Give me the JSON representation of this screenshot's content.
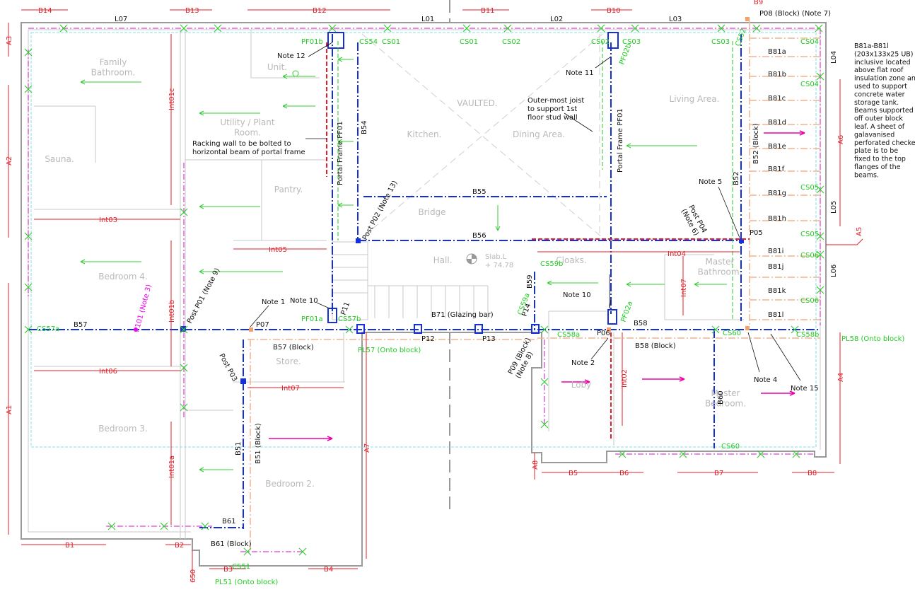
{
  "rooms": {
    "family_bathroom": "Family\nBathroom.",
    "unit": "Unit.",
    "utility": "Utility / Plant\nRoom.",
    "sauna": "Sauna.",
    "pantry": "Pantry.",
    "kitchen": "Kitchen.",
    "vaulted": "VAULTED.",
    "dining": "Dining Area.",
    "living": "Living Area.",
    "bridge": "Bridge",
    "hall": "Hall.",
    "cloaks": "Cloaks.",
    "master_bath": "Master\nBathroom.",
    "bedroom4": "Bedroom 4.",
    "bedroom3": "Bedroom 3.",
    "bedroom2": "Bedroom 2.",
    "store": "Store.",
    "loby": "Loby",
    "master_bed": "Master\nBedroom."
  },
  "slab": {
    "label": "Slab.L",
    "value": "+ 74.78"
  },
  "dims": {
    "B14": "B14",
    "B13": "B13",
    "B12": "B12",
    "B11": "B11",
    "B10": "B10",
    "B9": "B9",
    "A3": "A3",
    "A2": "A2",
    "A1": "A1",
    "A4": "A4",
    "A5": "A5",
    "A6": "A6",
    "A7": "A7",
    "A8": "A8",
    "B1": "B1",
    "B2": "B2",
    "B3": "B3",
    "B4": "B4",
    "B5": "B5",
    "B6": "B6",
    "B7": "B7",
    "B8": "B8",
    "d650": "650",
    "Int01c": "Int01c",
    "Int01b": "Int01b",
    "Int01a": "Int01a",
    "Int02": "Int02",
    "Int03": "Int03",
    "Int04": "Int04",
    "Int05": "Int05",
    "Int06": "Int06",
    "Int07a": "Int07",
    "Int07b": "Int07"
  },
  "beams": {
    "L07": "L07",
    "L01": "L01",
    "L02": "L02",
    "L03": "L03",
    "L04": "L04",
    "L05": "L05",
    "L06": "L06",
    "B54": "B54",
    "B55": "B55",
    "B56": "B56",
    "B57": "B57",
    "B57b": "B57 (Block)",
    "B58": "B58",
    "B58b": "B58 (Block)",
    "B59": "B59",
    "B60": "B60",
    "B61": "B61",
    "B61b": "B61 (Block)",
    "B51": "B51",
    "B51b": "B51 (Block)",
    "B52": "B52",
    "B52b": "B52 (Block)",
    "B71": "B71 (Glazing bar)",
    "B81a": "B81a",
    "B81b": "B81b",
    "B81c": "B81c",
    "B81d": "B81d",
    "B81e": "B81e",
    "B81f": "B81f",
    "B81g": "B81g",
    "B81h": "B81h",
    "B81i": "B81i",
    "B81j": "B81j",
    "B81k": "B81k",
    "B81l": "B81l",
    "P07": "P07",
    "P06": "P06",
    "P05": "P05",
    "P11": "P11",
    "P12": "P12",
    "P13": "P13",
    "P14": "P14",
    "P08": "P08 (Block) (Note 7)",
    "post_p01": "Post P01 (Note 9)",
    "post_p02": "Post P02 (Note 13)",
    "post_p03": "Post P03",
    "post_p04": "Post P04\n(Note 6)",
    "p09": "P09 (Block)\n(Note 8)",
    "pf_left": "Portal Frame PF01",
    "pf_right": "Portal Frame PF01"
  },
  "members": {
    "PF01b": "PF01b",
    "PF01a": "PF01a",
    "PF02b": "PF02b",
    "PF02a": "PF02a",
    "CS54": "CS54",
    "CS01a": "CS01",
    "CS01b": "CS01",
    "CS02a": "CS02",
    "CS02b": "CS02",
    "CS03a": "CS03",
    "CS03b": "CS03",
    "CS52": "CS52",
    "CS04a": "CS04",
    "CS04b": "CS04",
    "CS05a": "CS05",
    "CS05b": "CS05",
    "CS06a": "CS06",
    "CS06b": "CS06",
    "CS57a": "CS57a",
    "CS57b": "CS57b",
    "CS58a": "CS58a",
    "CS58b": "CS58b",
    "CS59a": "CS59a",
    "CS59b": "CS59b",
    "CS60a": "CS60",
    "CS60b": "CS60",
    "CS51": "CS51",
    "PL57": "PL57 (Onto block)",
    "PL58": "PL58 (Onto block)",
    "PL51": "PL51 (Onto block)",
    "P101": "P101 (Note 3)"
  },
  "notes": {
    "n12": "Note 12",
    "n11": "Note 11",
    "n10a": "Note 10",
    "n10b": "Note 10",
    "n1": "Note 1",
    "n2": "Note 2",
    "n4": "Note 4",
    "n5": "Note 5",
    "n15": "Note 15",
    "racking": "Racking wall to be bolted to\nhorizontal beam of portal frame",
    "outer": "Outer-most joist\nto support 1st\nfloor stud wall",
    "side": "B81a-B81l\n(203x133x25 UB)\ninclusive located\nabove flat roof\ninsulation zone and\nused to support\nconcrete water\nstorage tank.\nBeams supported\noff outer block\nleaf. A sheet of\ngalavanised\nperforated checker\nplate is to be\nfixed to the top\nflanges of the\nbeams."
  },
  "colors": {
    "dimension": "#e0202a",
    "beam_blue": "#1530d8",
    "member_green": "#22cc22",
    "block_orange": "#f3b48f",
    "partition_pink": "#ee00ee",
    "room_gray": "#b9b9b9"
  }
}
